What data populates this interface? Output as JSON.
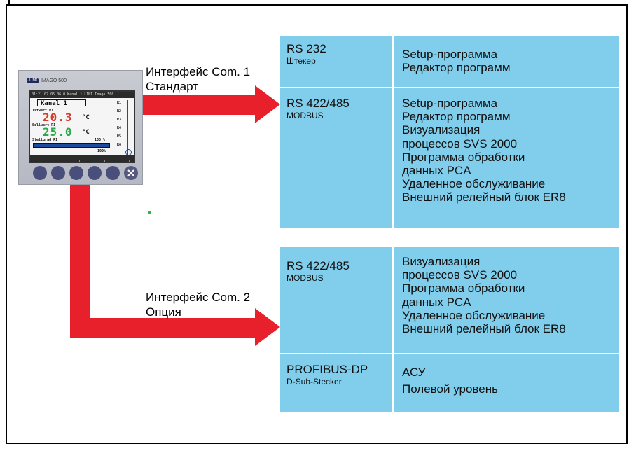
{
  "device": {
    "brand": "JUMO",
    "model": "IMAGO 500",
    "screen": {
      "header": "01:21:07  05.06.0  Kanal 1   LIMI Imago 500",
      "channel": "Kanal 1",
      "actual_label": "Istwert R1",
      "actual_value": "20.3",
      "setpoint_label": "Sollwert R1",
      "setpoint_value": "25.0",
      "unit": "°C",
      "output_label": "Stellgrad R1",
      "output_value": "100.%",
      "output_scale": "100%",
      "output_fraction": 1.0,
      "rows": [
        "R1",
        "R2",
        "R3",
        "R4",
        "R5",
        "R6"
      ]
    }
  },
  "interfaces": {
    "com1": {
      "line1": "Интерфейс Com. 1",
      "line2": "Стандарт"
    },
    "com2": {
      "line1": "Интерфейс Com. 2",
      "line2": "Опция"
    }
  },
  "panels": {
    "top": [
      {
        "title": "RS 232",
        "subtitle": "Штекер",
        "functions": [
          "Setup-программа",
          "Редактор программ"
        ]
      },
      {
        "title": "RS 422/485",
        "subtitle": "MODBUS",
        "functions": [
          "Setup-программа",
          "Редактор программ",
          "Визуализация",
          "процессов SVS 2000",
          "Программа обработки",
          "данных PCA",
          "Удаленное обслуживание",
          "Внешний релейный блок ER8"
        ]
      }
    ],
    "bottom": [
      {
        "title": "RS 422/485",
        "subtitle": "MODBUS",
        "functions": [
          "Визуализация",
          "процессов SVS 2000",
          "Программа обработки",
          "данных PCA",
          "Удаленное обслуживание",
          "Внешний релейный блок ER8"
        ]
      },
      {
        "title": "PROFIBUS-DP",
        "subtitle": "D-Sub-Stecker",
        "functions": [
          "АСУ",
          "Полевой уровень"
        ]
      }
    ]
  },
  "colors": {
    "arrow": "#e8202c",
    "panel": "#80ceec",
    "actual_value": "#d63a2a",
    "setpoint_value": "#2aa84a"
  }
}
